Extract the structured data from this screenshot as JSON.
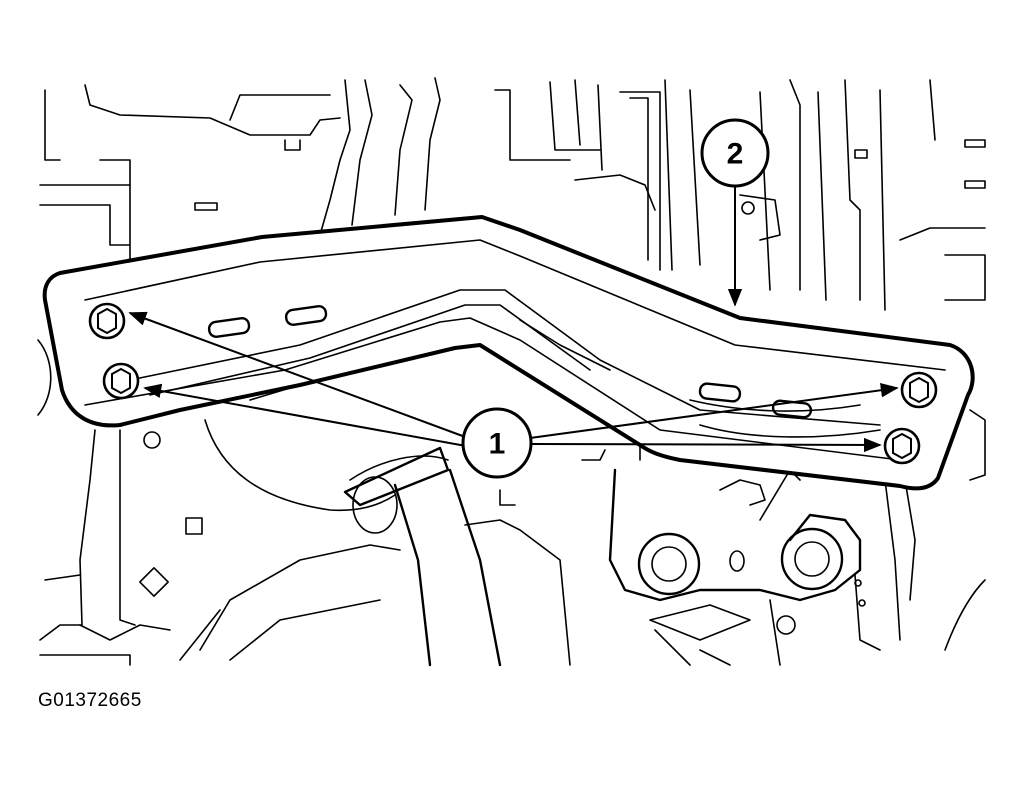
{
  "figure": {
    "id_label": "G01372665"
  },
  "callouts": [
    {
      "number": "1"
    },
    {
      "number": "2"
    }
  ]
}
